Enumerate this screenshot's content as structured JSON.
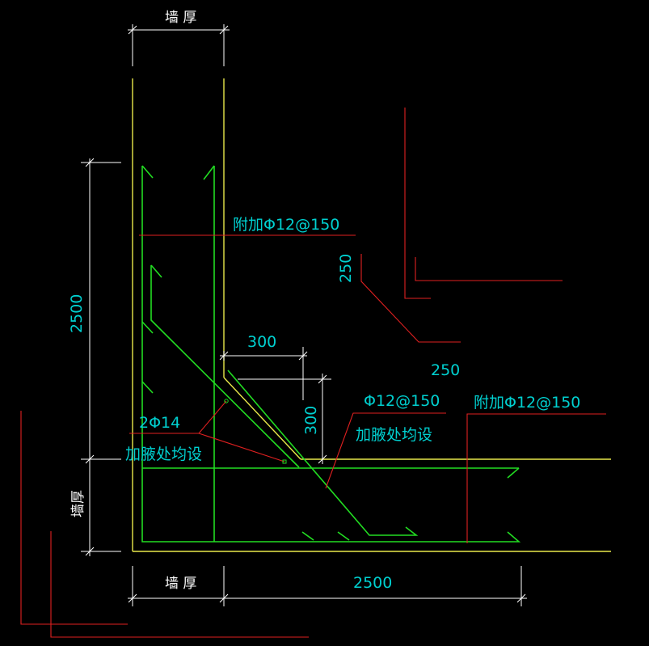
{
  "labels": {
    "wall_thickness_top": "墙 厚",
    "wall_thickness_bottom": "墙 厚",
    "wall_thickness_left": "墙厚",
    "dim_2500_vertical": "2500",
    "dim_2500_horizontal": "2500",
    "dim_300_horizontal": "300",
    "dim_300_vertical": "300",
    "dim_250_vertical": "250",
    "dim_250_horizontal": "250",
    "rebar_extra_top": "附加Φ12@150",
    "rebar_extra_right": "附加Φ12@150",
    "rebar_haunch": "Φ12@150",
    "rebar_corner": "2Φ14",
    "note_haunch_left": "加腋处均设",
    "note_haunch_right": "加腋处均设"
  },
  "colors": {
    "background": "#000000",
    "wall_outline": "#e8e84a",
    "rebar": "#22dd22",
    "leader": "#e02020",
    "dimension": "#ffffff",
    "text": "#00d0d0"
  }
}
